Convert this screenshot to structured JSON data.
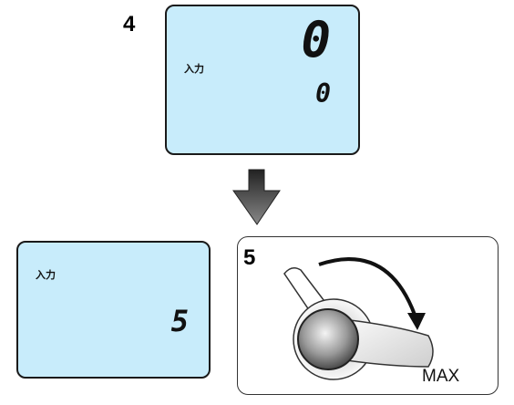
{
  "steps": [
    {
      "number": "4",
      "label": "入力",
      "big_value": "0",
      "small_value": "0"
    },
    {
      "number": "5",
      "knob_label": "MAX"
    }
  ],
  "result_display": {
    "label": "入力",
    "value": "5"
  },
  "colors": {
    "lcd_bg": "#c8ecfb",
    "arrow": "#333333",
    "border": "#1a1a1a"
  },
  "icons": {
    "transition": "down-arrow-icon",
    "knob": "rotary-knob-icon",
    "rotate": "clockwise-arrow-icon"
  }
}
